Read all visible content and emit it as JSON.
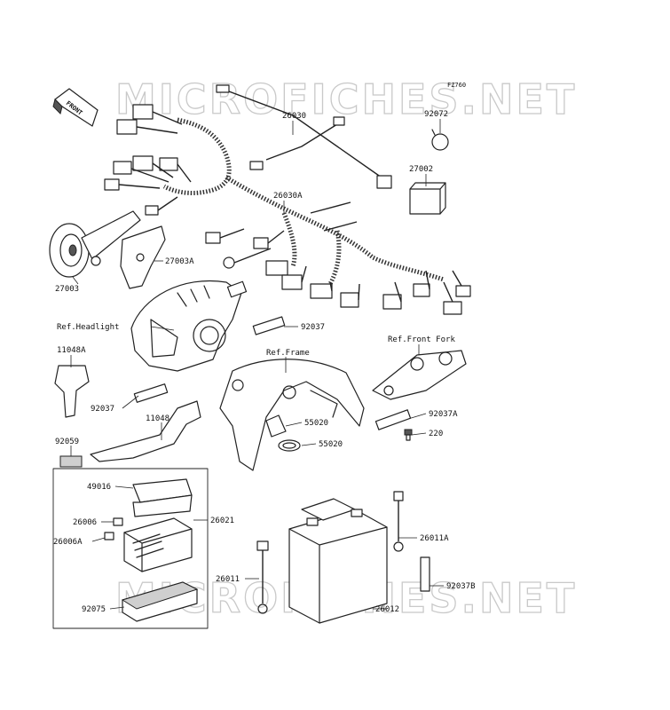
{
  "figure_code": "FZ760",
  "front_arrow": "FRONT",
  "watermarks": [
    "MICROFICHES.NET",
    "MICROFICHES.NET"
  ],
  "labels": {
    "p26030": "26030",
    "p92072": "92072",
    "p27002": "27002",
    "p26030A": "26030A",
    "p27003A": "27003A",
    "p27003": "27003",
    "ref_headlight": "Ref.Headlight",
    "p92037_a": "92037",
    "ref_front_fork": "Ref.Front Fork",
    "p11048A": "11048A",
    "ref_frame": "Ref.Frame",
    "p92037_b": "92037",
    "p92037A": "92037A",
    "p11048": "11048",
    "p55020_a": "55020",
    "p220": "220",
    "p92059": "92059",
    "p55020_b": "55020",
    "p49016": "49016",
    "p26021": "26021",
    "p26006": "26006",
    "p26006A": "26006A",
    "p26011A": "26011A",
    "p26011": "26011",
    "p92037B": "92037B",
    "p26012": "26012",
    "p92075": "92075"
  }
}
